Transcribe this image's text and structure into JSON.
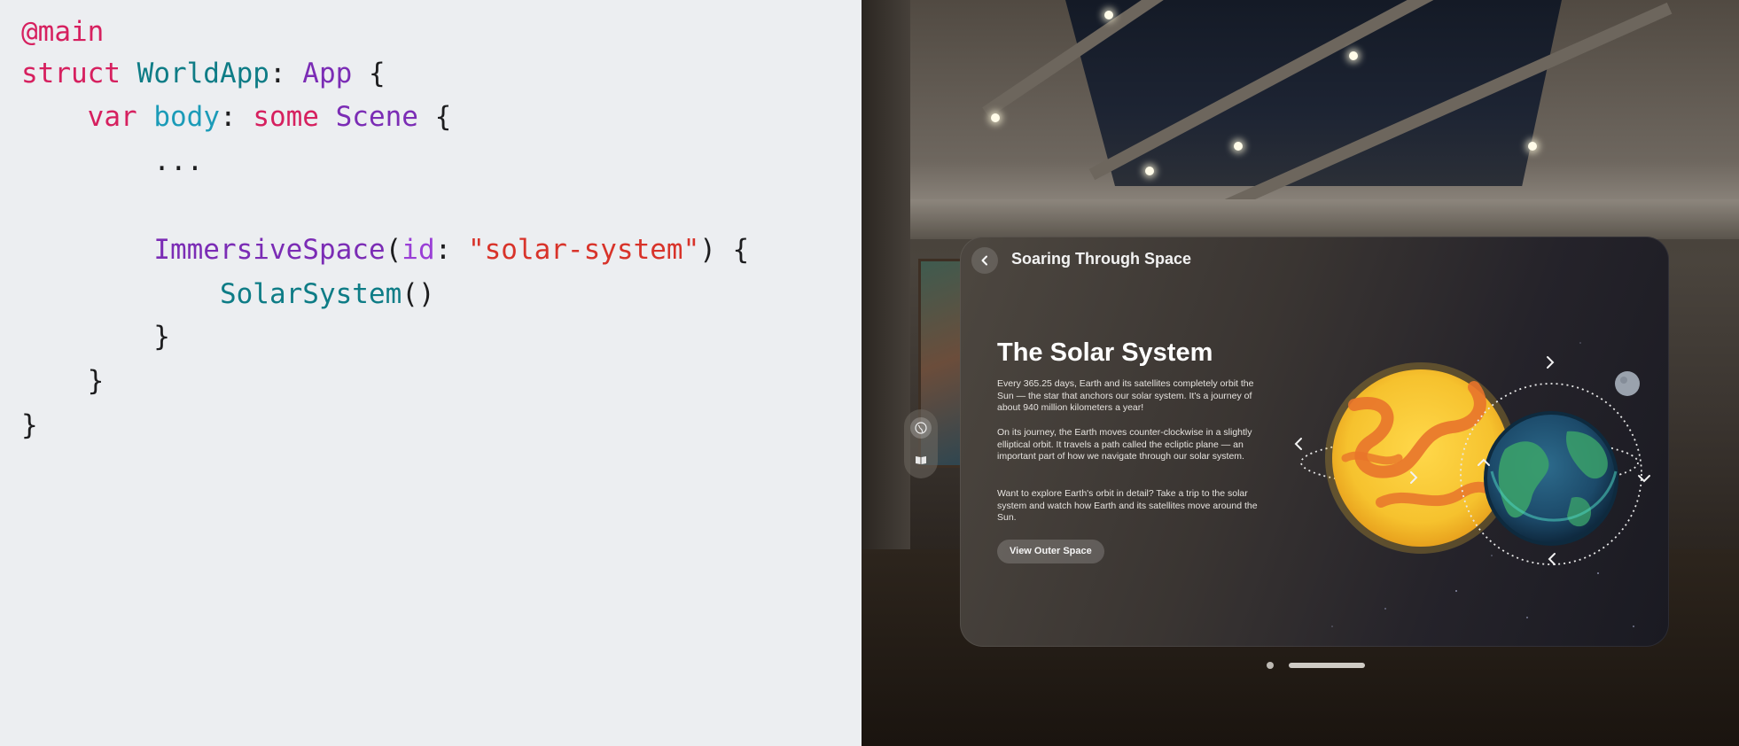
{
  "code": {
    "lines": [
      [
        {
          "t": "@main",
          "c": "attr"
        }
      ],
      [
        {
          "t": "struct",
          "c": "kw"
        },
        {
          "t": " ",
          "c": "plain"
        },
        {
          "t": "WorldApp",
          "c": "type"
        },
        {
          "t": ": ",
          "c": "plain"
        },
        {
          "t": "App",
          "c": "type2"
        },
        {
          "t": " {",
          "c": "plain"
        }
      ],
      [
        {
          "t": "    ",
          "c": "plain"
        },
        {
          "t": "var",
          "c": "kw"
        },
        {
          "t": " ",
          "c": "plain"
        },
        {
          "t": "body",
          "c": "prop"
        },
        {
          "t": ": ",
          "c": "plain"
        },
        {
          "t": "some",
          "c": "kw"
        },
        {
          "t": " ",
          "c": "plain"
        },
        {
          "t": "Scene",
          "c": "type2"
        },
        {
          "t": " {",
          "c": "plain"
        }
      ],
      [
        {
          "t": "        ...",
          "c": "plain"
        }
      ],
      [
        {
          "t": "",
          "c": "plain"
        }
      ],
      [
        {
          "t": "        ",
          "c": "plain"
        },
        {
          "t": "ImmersiveSpace",
          "c": "type2"
        },
        {
          "t": "(",
          "c": "plain"
        },
        {
          "t": "id",
          "c": "param"
        },
        {
          "t": ": ",
          "c": "plain"
        },
        {
          "t": "\"solar-system\"",
          "c": "str"
        },
        {
          "t": ") {",
          "c": "plain"
        }
      ],
      [
        {
          "t": "            ",
          "c": "plain"
        },
        {
          "t": "SolarSystem",
          "c": "type"
        },
        {
          "t": "()",
          "c": "plain"
        }
      ],
      [
        {
          "t": "        }",
          "c": "plain"
        }
      ],
      [
        {
          "t": "    }",
          "c": "plain"
        }
      ],
      [
        {
          "t": "}",
          "c": "plain"
        }
      ]
    ]
  },
  "window": {
    "title": "Soaring Through Space",
    "heading": "The Solar System",
    "paragraphs": [
      "Every 365.25 days, Earth and its satellites completely orbit the Sun — the star that anchors our solar system. It's a journey of about 940 million kilometers a year!",
      "On its journey, the Earth moves counter-clockwise in a slightly elliptical orbit. It travels a path called the ecliptic plane — an important part of how we navigate through our solar system.",
      "Want to explore Earth's orbit in detail? Take a trip to the solar system and watch how Earth and its satellites move around the Sun."
    ],
    "cta_label": "View Outer Space"
  },
  "icons": {
    "back": "chevron-left-icon",
    "ornament_top": "globe-icon",
    "ornament_bottom": "book-icon"
  },
  "colors": {
    "keyword": "#d6205f",
    "type": "#0e7c86",
    "type_alt": "#7b2cb5",
    "property": "#1b9bb8",
    "parameter": "#9a3fd6",
    "string": "#d8332a"
  }
}
